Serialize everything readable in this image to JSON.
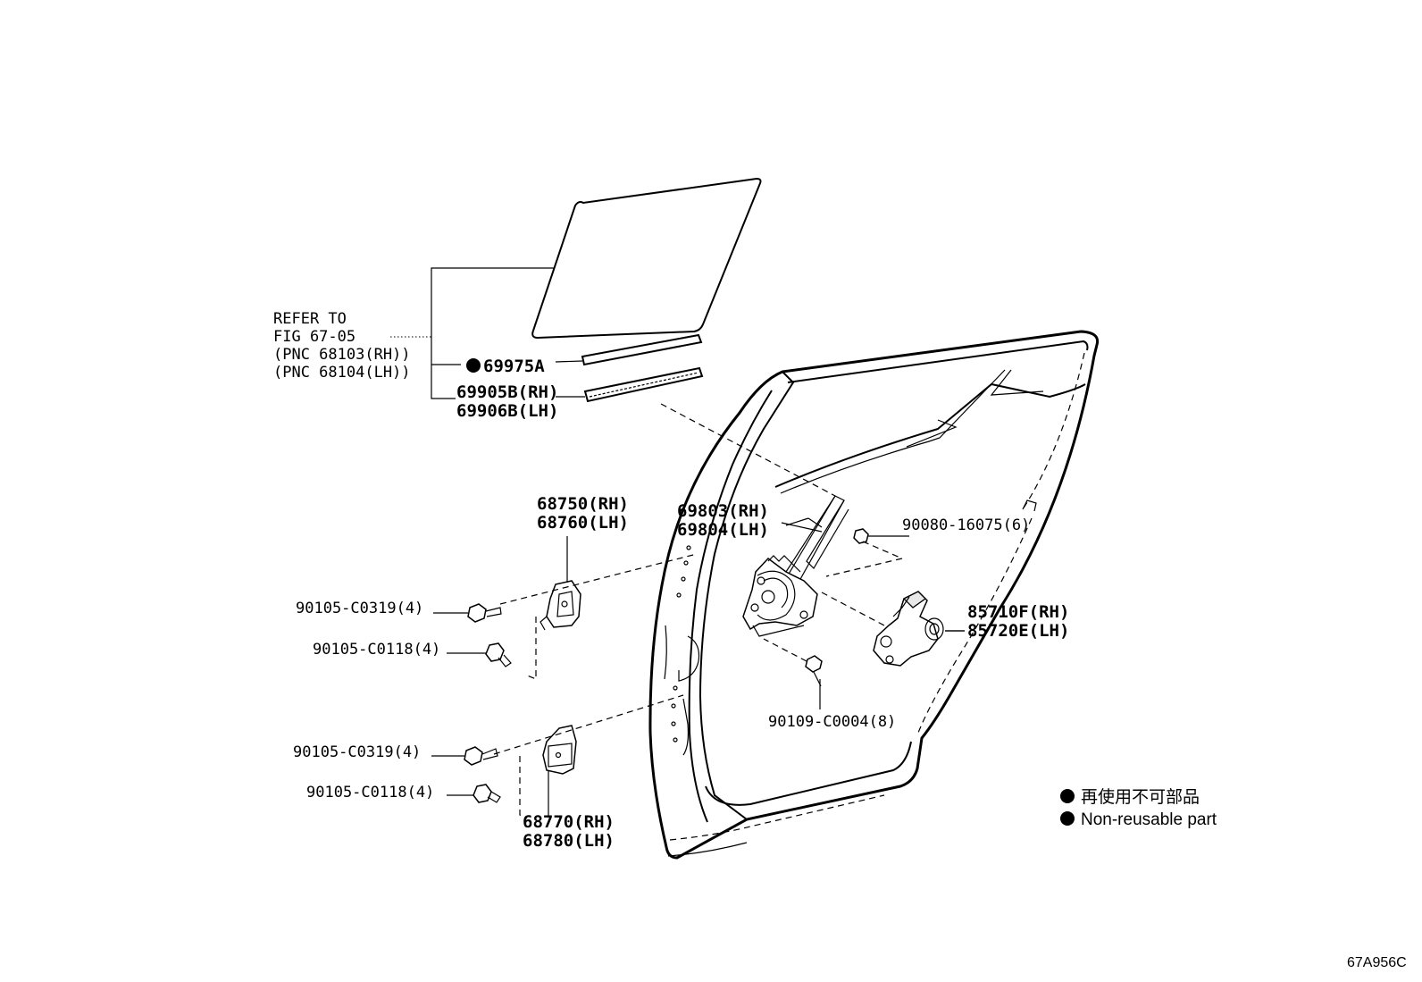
{
  "refer_note": {
    "line1": "REFER TO",
    "line2": "FIG 67-05",
    "line3": "(PNC 68103(RH))",
    "line4": "(PNC 68104(LH))"
  },
  "labels": {
    "p69975a": "69975A",
    "p69905b": "69905B(RH)",
    "p69906b": "69906B(LH)",
    "p68750": "68750(RH)",
    "p68760": "68760(LH)",
    "p69803": "69803(RH)",
    "p69804": "69804(LH)",
    "p90080": "90080-16075(6)",
    "p90105_c0319_a": "90105-C0319(4)",
    "p90105_c0118_a": "90105-C0118(4)",
    "p85710f": "85710F(RH)",
    "p85720e": "85720E(LH)",
    "p90109": "90109-C0004(8)",
    "p90105_c0319_b": "90105-C0319(4)",
    "p90105_c0118_b": "90105-C0118(4)",
    "p68770": "68770(RH)",
    "p68780": "68780(LH)"
  },
  "legend": {
    "line_jp": "再使用不可部品",
    "line_en": "Non-reusable part"
  },
  "figure_id": "67A956C"
}
